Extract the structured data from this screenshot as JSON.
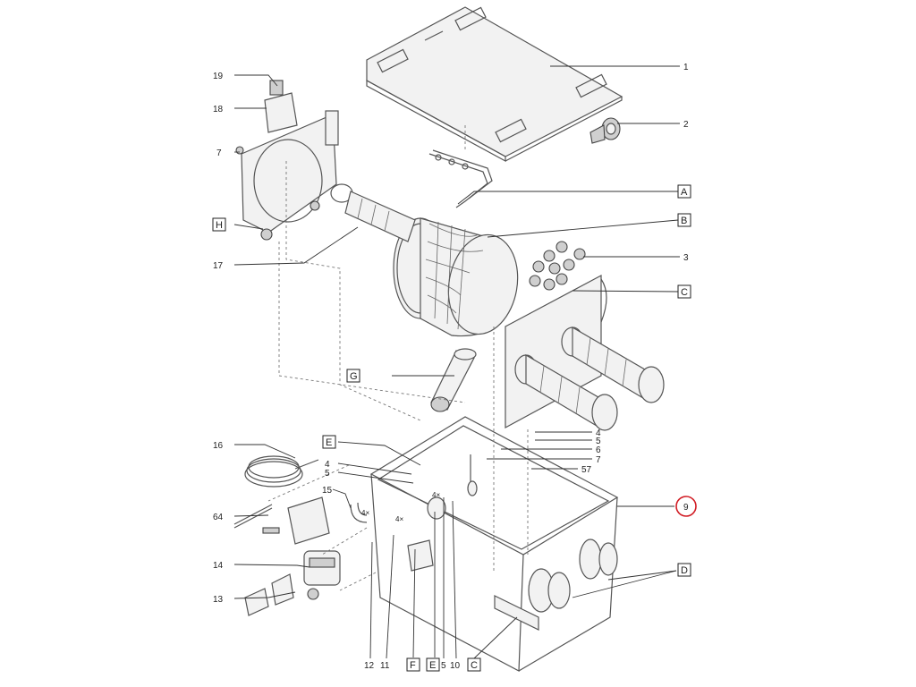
{
  "callouts": {
    "c1": "1",
    "c2": "2",
    "c3": "3",
    "c4a": "4",
    "c4b": "4",
    "c5a": "5",
    "c5b": "5",
    "c6": "6",
    "c7a": "7",
    "c7b": "7",
    "c57": "57",
    "c9": "9",
    "c10": "10",
    "c11": "11",
    "c12": "12",
    "c13": "13",
    "c14": "14",
    "c15": "15",
    "c16": "16",
    "c17": "17",
    "c18": "18",
    "c19": "19",
    "c64": "64",
    "c5c": "5"
  },
  "boxes": {
    "A": "A",
    "B": "B",
    "C1": "C",
    "C2": "C",
    "D": "D",
    "E1": "E",
    "E2": "E",
    "F": "F",
    "G": "G",
    "H": "H"
  },
  "multipliers": {
    "m1": "4×",
    "m2": "4×",
    "m3": "4×"
  },
  "highlight_color": "#d11c24"
}
